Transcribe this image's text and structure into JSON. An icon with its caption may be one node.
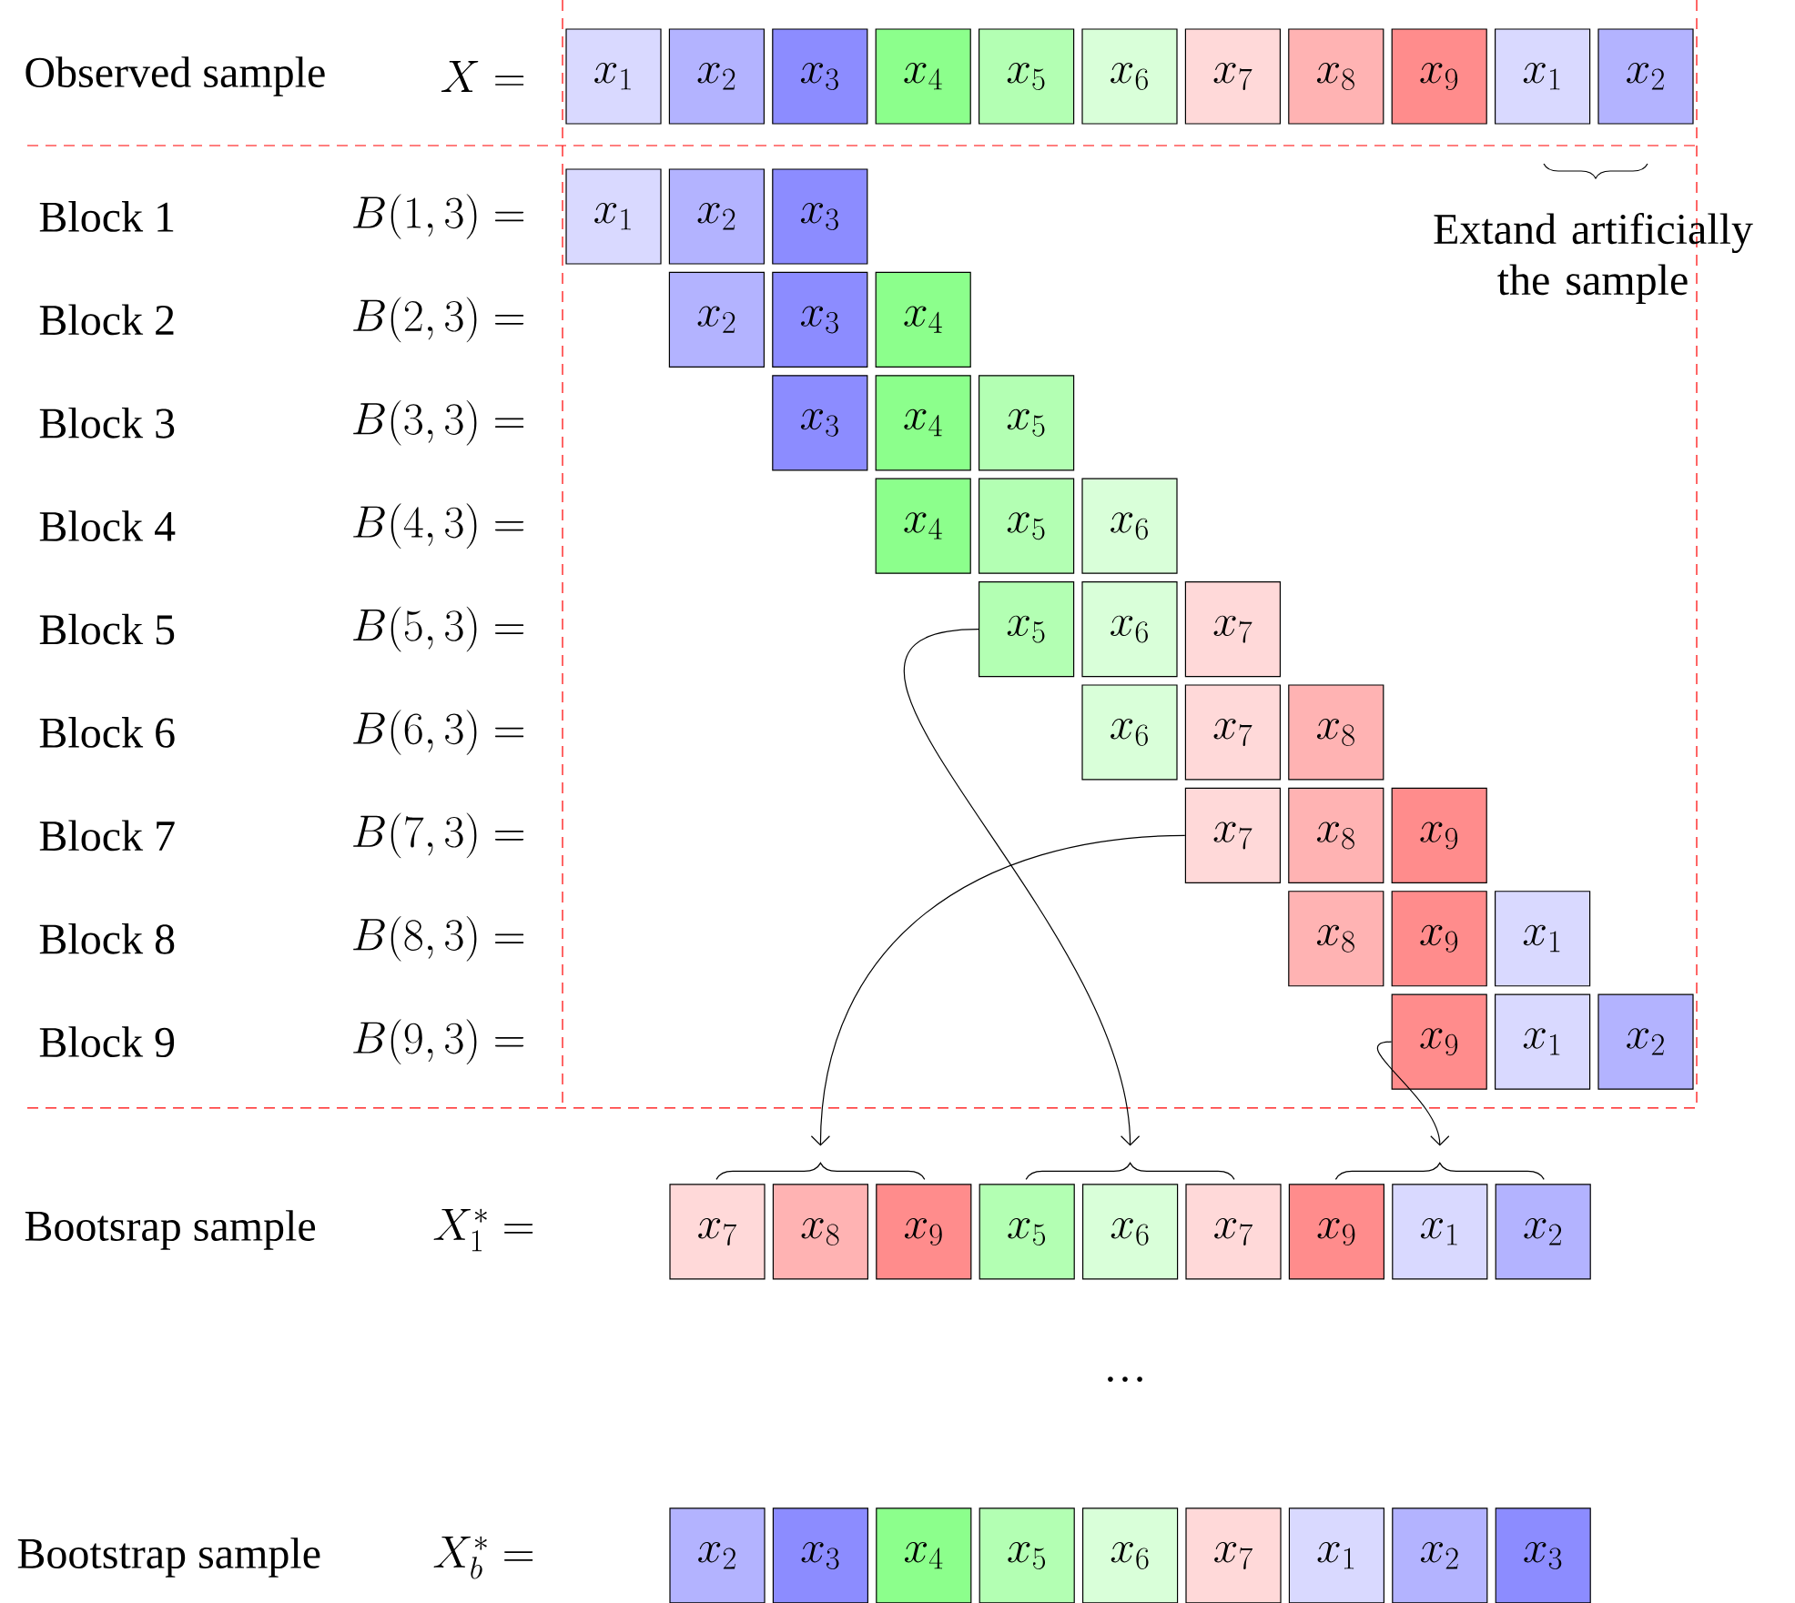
{
  "diagram": {
    "nodes": [
      {
        "text": [
          "x_1"
        ]
      },
      {
        "text": [
          "x_2"
        ]
      },
      {
        "text": [
          "x_3"
        ]
      },
      {
        "text": [
          "x_4"
        ]
      },
      {
        "text": [
          "x_5"
        ]
      },
      {
        "text": [
          "x_6"
        ]
      },
      {
        "text": [
          "x_7"
        ]
      },
      {
        "text": [
          "x_8"
        ]
      },
      {
        "text": [
          "x_9"
        ]
      },
      {
        "text": [
          "x_1"
        ]
      },
      {
        "text": [
          "x_2"
        ]
      },
      {
        "text": [
          "x_1"
        ]
      },
      {
        "text": [
          "x_2"
        ]
      },
      {
        "text": [
          "x_3"
        ]
      },
      {
        "text": [
          "x_2"
        ]
      },
      {
        "text": [
          "x_3"
        ]
      },
      {
        "text": [
          "x_4"
        ]
      },
      {
        "text": [
          "x_3"
        ]
      },
      {
        "text": [
          "x_4"
        ]
      },
      {
        "text": [
          "x_5"
        ]
      },
      {
        "text": [
          "x_4"
        ]
      },
      {
        "text": [
          "x_5"
        ]
      },
      {
        "text": [
          "x_6"
        ]
      },
      {
        "text": [
          "x_5"
        ]
      },
      {
        "text": [
          "x_6"
        ]
      },
      {
        "text": [
          "x_7"
        ]
      },
      {
        "text": [
          "x_6"
        ]
      },
      {
        "text": [
          "x_7"
        ]
      },
      {
        "text": [
          "x_8"
        ]
      },
      {
        "text": [
          "x_7"
        ]
      },
      {
        "text": [
          "x_8"
        ]
      },
      {
        "text": [
          "x_9"
        ]
      },
      {
        "text": [
          "x_8"
        ]
      },
      {
        "text": [
          "x_9"
        ]
      },
      {
        "text": [
          "x_1"
        ]
      },
      {
        "text": [
          "x_9"
        ]
      },
      {
        "text": [
          "x_1"
        ]
      },
      {
        "text": [
          "x_2"
        ]
      },
      {
        "text": [
          "x_7"
        ]
      },
      {
        "text": [
          "x_8"
        ]
      },
      {
        "text": [
          "x_9"
        ]
      },
      {
        "text": [
          "x_5"
        ]
      },
      {
        "text": [
          "x_6"
        ]
      },
      {
        "text": [
          "x_7"
        ]
      },
      {
        "text": [
          "x_9"
        ]
      },
      {
        "text": [
          "x_1"
        ]
      },
      {
        "text": [
          "x_2"
        ]
      },
      {
        "text": [
          "x_2"
        ]
      },
      {
        "text": [
          "x_3"
        ]
      },
      {
        "text": [
          "x_4"
        ]
      },
      {
        "text": [
          "x_5"
        ]
      },
      {
        "text": [
          "x_6"
        ]
      },
      {
        "text": [
          "x_7"
        ]
      },
      {
        "text": [
          "x_1"
        ]
      },
      {
        "text": [
          "x_2"
        ]
      },
      {
        "text": [
          "x_3"
        ]
      },
      {
        "text": [],
        "shape": "brace"
      },
      {
        "text": [],
        "shape": "brace"
      },
      {
        "text": [],
        "shape": "brace"
      }
    ],
    "edges": [
      {
        "from": 23,
        "to": 57,
        "arrow": "to"
      },
      {
        "from": 29,
        "to": 56,
        "arrow": "to"
      },
      {
        "from": 35,
        "to": 58,
        "arrow": "to"
      }
    ],
    "labels": [
      "Observed sample",
      "X =",
      "Block 1",
      "B(1,3) =",
      "Block 2",
      "B(2,3) =",
      "Block 3",
      "B(3,3) =",
      "Block 4",
      "B(4,3) =",
      "Block 5",
      "B(5,3) =",
      "Block 6",
      "B(6,3) =",
      "Block 7",
      "B(7,3) =",
      "Block 8",
      "B(8,3) =",
      "Block 9",
      "B(9,3) =",
      "Extand artificially the sample",
      "Bootsrap sample",
      "X_1^* =",
      "…",
      "Bootstrap sample",
      "X_b^* ="
    ]
  }
}
